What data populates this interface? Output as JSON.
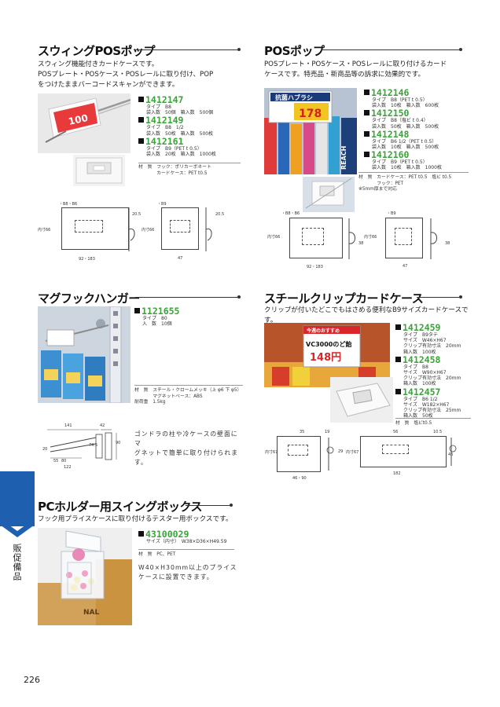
{
  "sections": {
    "swing": {
      "title": "スウィングPOSポップ",
      "desc": [
        "スウィング機能付きカードケースです。",
        "POSプレート・POSケース・POSレールに取り付け、POP",
        "をつけたままバーコードスキャンができます。"
      ],
      "products": [
        {
          "code": "1412147",
          "type": "タイプ　B8",
          "qty": "袋入数　50個　箱入数　500個"
        },
        {
          "code": "1412149",
          "type": "タイプ　B8　1/2",
          "qty": "袋入数　50枚　箱入数　500枚"
        },
        {
          "code": "1412161",
          "type": "タイプ　B9（PET t 0.5）",
          "qty": "袋入数　20枚　箱入数　1000枚"
        }
      ],
      "material": [
        "材　質　フック：ポリカーボネート",
        "　　　　カードケース：PET t0.5"
      ],
      "diagram": {
        "l1": "・B8・B6",
        "l2": "・B9",
        "w1": "92・183",
        "w2": "47",
        "h1": "20.5",
        "h2": "20.5",
        "in1": "内寸66",
        "in2": "内寸66"
      }
    },
    "pos": {
      "title": "POSポップ",
      "desc": [
        "POSプレート・POSケース・POSレールに取り付けるカード",
        "ケースです。特売品・新商品等の訴求に効果的です。"
      ],
      "products": [
        {
          "code": "1412146",
          "type": "タイプ　B8（PET t 0.5）",
          "qty": "袋入数　10枚　箱入数　600枚"
        },
        {
          "code": "1412150",
          "type": "タイプ　B8（塩ビ t 0.4）",
          "qty": "袋入数　50枚　箱入数　500枚"
        },
        {
          "code": "1412148",
          "type": "タイプ　B6 1/2（PET t 0.5）",
          "qty": "袋入数　10枚　箱入数　500枚"
        },
        {
          "code": "1412160",
          "type": "タイプ　B9（PET t 0.5）",
          "qty": "袋入数　10枚　箱入数　1000枚"
        }
      ],
      "material": [
        "材　質　カードケース：PET t0.5　塩ビ t0.5",
        "　　　　フック：PET",
        "※5mm厚まで対応"
      ],
      "photo_text": {
        "sign": "抗菌ハブラシ",
        "price": "178",
        "side": "REACH"
      },
      "diagram": {
        "l1": "・B8・B6",
        "l2": "・B9",
        "w1": "92・183",
        "w2": "47",
        "h1": "38",
        "h2": "38",
        "in1": "内寸66",
        "in2": "内寸66"
      }
    },
    "mag": {
      "title": "マグフックハンガー",
      "products": [
        {
          "code": "1121655",
          "type": "タイプ　80",
          "qty": "入　数　10個"
        }
      ],
      "material": [
        "材　質　スチール・クロームメッキ（上 φ6 下 φ5）",
        "　　　　マグネットベース：ABS",
        "耐荷重　1.5kg"
      ],
      "note": [
        "ゴンドラの柱や冷ケースの壁面にマ",
        "グネットで簡単に取り付けられま",
        "す。"
      ],
      "diagram": {
        "d141": "141",
        "d42": "42",
        "d20": "20",
        "d745": "74.5",
        "d90": "90",
        "d55": "55",
        "d80": "80",
        "d122": "122"
      }
    },
    "clip": {
      "title": "スチールクリップカードケース",
      "desc": [
        "クリップが付いたどこでもはさめる便利なB9サイズカードケースです。"
      ],
      "products": [
        {
          "code": "1412459",
          "specs": [
            "タイプ　B9タテ",
            "サイズ　W46×H67",
            "クリップ有効寸法　20mm",
            "箱入数　100枚"
          ]
        },
        {
          "code": "1412458",
          "specs": [
            "タイプ　B8",
            "サイズ　W90×H67",
            "クリップ有効寸法　20mm",
            "箱入数　100枚"
          ]
        },
        {
          "code": "1412457",
          "specs": [
            "タイプ　B6 1/2",
            "サイズ　W182×H67",
            "クリップ有効寸法　25mm",
            "箱入数　50枚"
          ]
        }
      ],
      "material": [
        "材　質　塩ビt0.5"
      ],
      "photo_text": {
        "sign": "今週のおすすめ",
        "item": "VC3000のど飴",
        "price": "148円"
      },
      "diagram": {
        "d35": "35",
        "d19": "19",
        "d56": "56",
        "d105": "10.5",
        "in67a": "内寸67",
        "d29": "29",
        "in67b": "内寸67",
        "d46": "46",
        "d4690": "46・90",
        "d182": "182"
      }
    },
    "pc": {
      "title": "PCホルダー用スイングボックス",
      "desc": [
        "フック用プライスケースに取り付けるテスター用ボックスです。"
      ],
      "products": [
        {
          "code": "43100029",
          "type": "サイズ（内寸）　W38×D36×H49.59"
        }
      ],
      "material": [
        "材　質　PC、PET"
      ],
      "note": [
        "W40×H30mm以上のプライス",
        "ケースに設置できます。"
      ],
      "photo_text": {
        "pkg": "NAL"
      }
    }
  },
  "side_tab": "販促備品",
  "page_number": "226",
  "colors": {
    "accent_green": "#3aa33a",
    "tab_blue": "#1f5fb0"
  }
}
